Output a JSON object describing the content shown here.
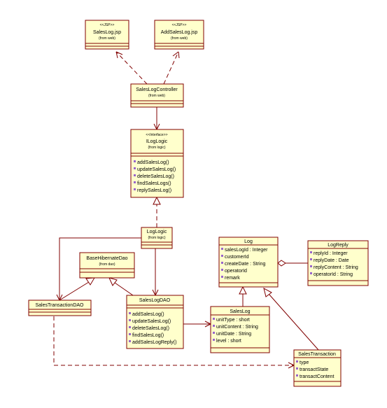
{
  "classes": {
    "sales_log_jsp": {
      "stereotype": "<<JSP>>",
      "name": "SalesLog.jsp",
      "from": "(from web)"
    },
    "add_sales_log_jsp": {
      "stereotype": "<<JSP>>",
      "name": "AddSalesLog.jsp",
      "from": "(from web)"
    },
    "sales_log_controller": {
      "name": "SalesLogController",
      "from": "(from web)"
    },
    "ilog_logic": {
      "stereotype": "<<Interface>>",
      "name": "ILogLogic",
      "from": "(from logic)",
      "methods": [
        "addSalesLog()",
        "updateSalesLog()",
        "deleteSalesLog()",
        "findSalesLogs()",
        "replySalesLog()"
      ]
    },
    "log_logic": {
      "name": "LogLogic",
      "from": "(from logic)"
    },
    "base_hibernate_dao": {
      "name": "BaseHibernateDao",
      "from": "(from dao)"
    },
    "sales_transaction_dao": {
      "name": "SalesTransactionDAO"
    },
    "sales_log_dao": {
      "name": "SalesLogDAO",
      "methods": [
        "addSalesLog()",
        "updateSalesLog()",
        "deleteSalesLog()",
        "findSalesLog()",
        "addSalesLogReply()"
      ]
    },
    "log": {
      "name": "Log",
      "attributes": [
        "salesLogId : Integer",
        "customerId",
        "createDate : String",
        "operatorId",
        "remark"
      ]
    },
    "log_reply": {
      "name": "LogReply",
      "attributes": [
        "replyId : Integer",
        "replyDate : Date",
        "replyContent : String",
        "operatorId : String"
      ]
    },
    "sales_log": {
      "name": "SalesLog",
      "attributes": [
        "unitType : short",
        "unitContent : String",
        "unitDate : String",
        "level : short"
      ]
    },
    "sales_transaction": {
      "name": "SalesTransaction",
      "attributes": [
        "type",
        "transactState",
        "transactContent"
      ]
    }
  }
}
